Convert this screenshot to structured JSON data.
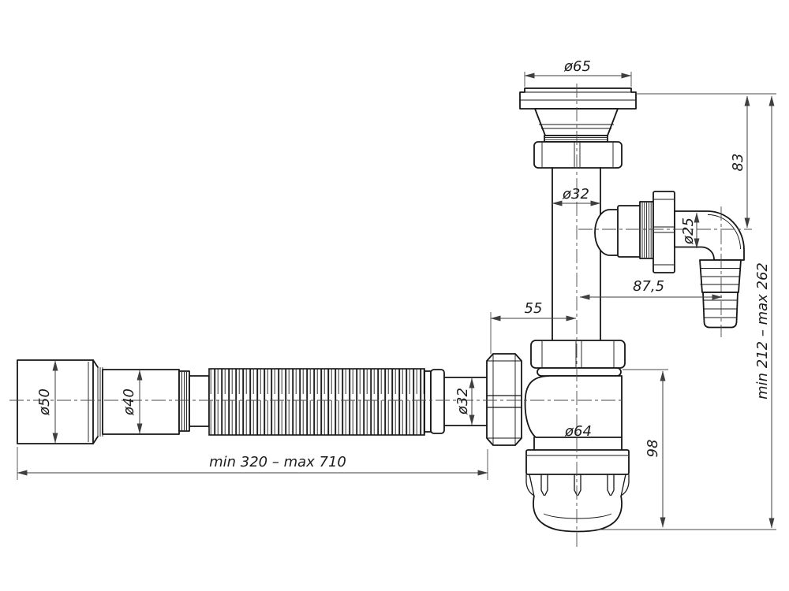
{
  "drawing": {
    "background": "#ffffff",
    "line_color": "#161616",
    "dim_color": "#3f3f3f",
    "kind": "sink-siphon-technical-drawing"
  },
  "labels": {
    "strainer_flange_diameter": "ø65",
    "strainer_to_branch_height": "83",
    "outlet_pipe_diameter": "ø32",
    "branch_hose_diameter": "ø25",
    "branch_offset_width": "87,5",
    "inlet_nut_to_axis": "55",
    "overall_height_range": "min 212 – max 262",
    "flex_pipe_diameter": "ø32",
    "trap_body_diameter": "ø64",
    "trap_body_height": "98",
    "flex_cuff_diameter": "ø50",
    "flex_reducer_diameter": "ø40",
    "flex_length_range": "min 320 – max 710"
  }
}
